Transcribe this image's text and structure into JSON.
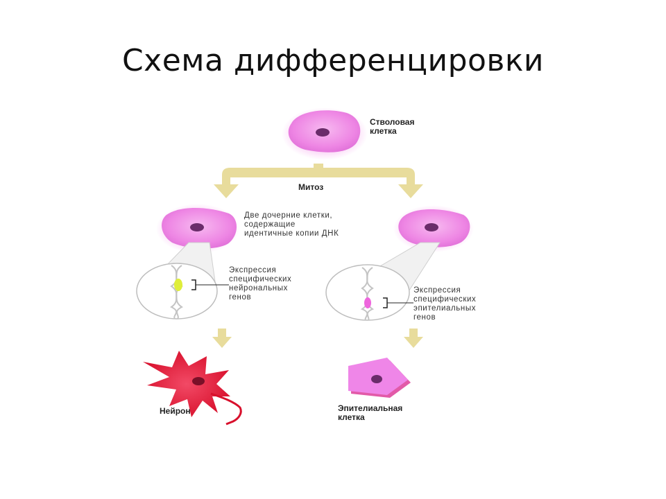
{
  "slide": {
    "title": "Схема дифференцировки"
  },
  "diagram": {
    "stem_cell": [
      "Стволовая",
      "клетка"
    ],
    "mitosis": "Митоз",
    "daughter_cells": [
      "Две дочерние клетки,",
      "содержащие",
      "идентичные копии ДНК"
    ],
    "neuronal_expression": [
      "Экспрессия",
      "специфических",
      "нейрональных",
      "генов"
    ],
    "epithelial_expression": [
      "Экспрессия",
      "специфических",
      "эпителиальных",
      "генов"
    ],
    "neuron": "Нейрон",
    "epithelial_cell": [
      "Эпителиальная",
      "клетка"
    ]
  },
  "colors": {
    "cell_pink": "#ee8ae6",
    "nucleus": "#6a2c6a",
    "arrow": "#e8dc9c",
    "neuron_red": "#e8143a",
    "neuron_gene": "#dfee3a",
    "epithelial_gene": "#ee66dd"
  }
}
